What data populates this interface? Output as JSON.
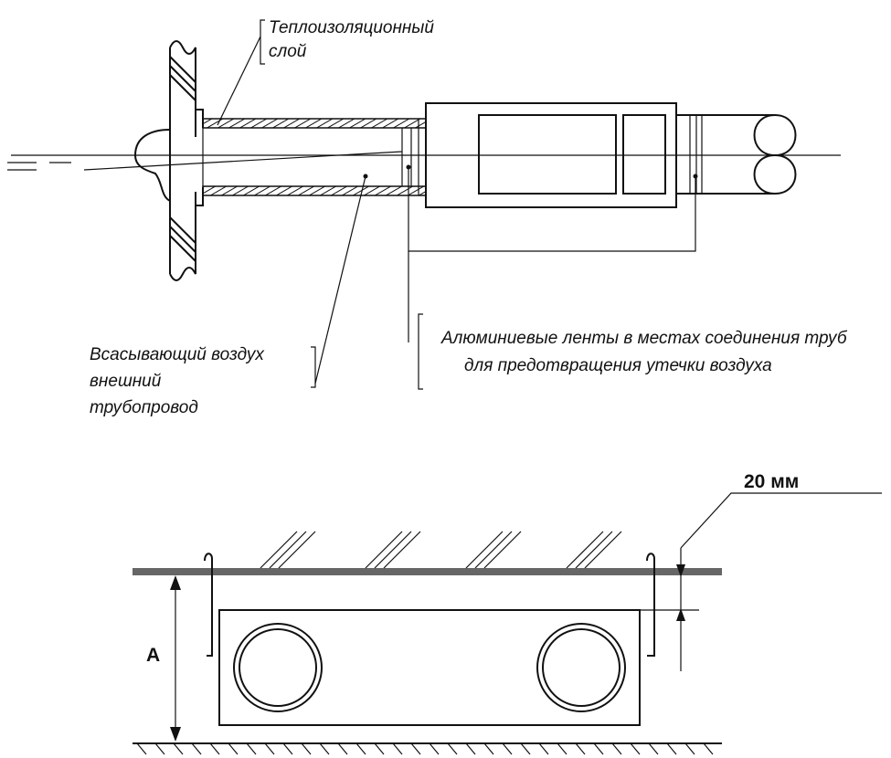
{
  "top_diagram": {
    "insulation_label": [
      "Теплоизоляционный",
      "слой"
    ],
    "tape_label": [
      "Алюминиевые ленты в местах соединения труб",
      "для предотвращения утечки воздуха"
    ],
    "suction_label": [
      "Всасывающий  воздух",
      "внешний",
      "трубопровод"
    ]
  },
  "bottom_diagram": {
    "gap_label": "20 мм",
    "height_label": "A"
  }
}
